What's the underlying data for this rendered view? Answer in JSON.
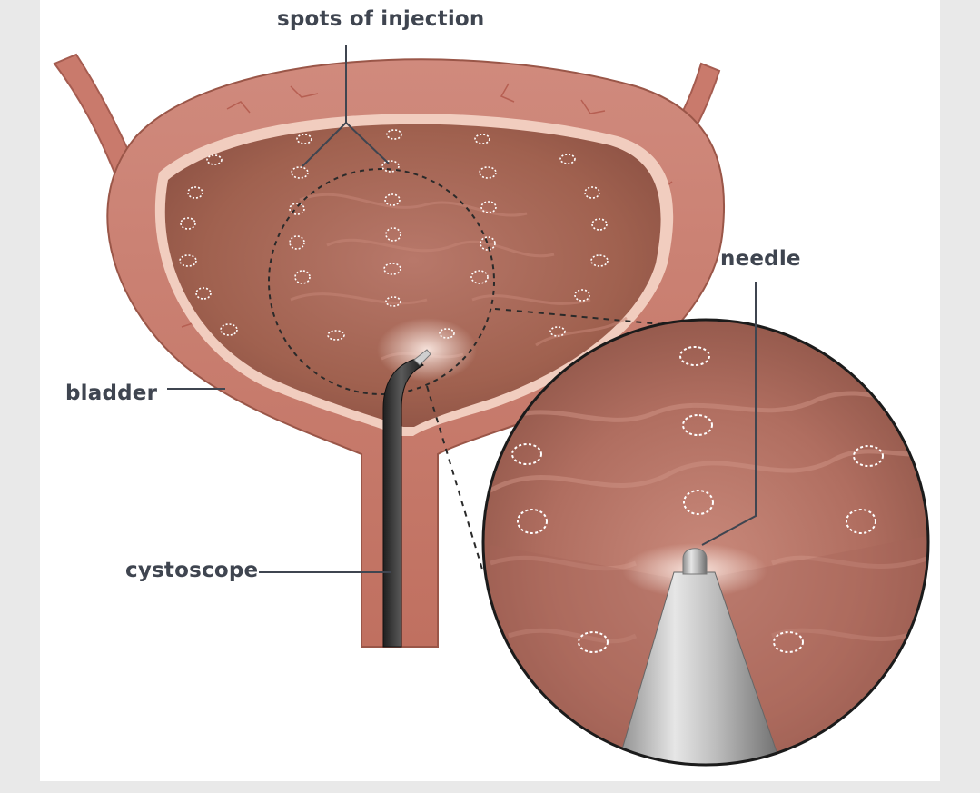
{
  "labels": {
    "spots": "spots of injection",
    "needle": "needle",
    "bladder": "bladder",
    "cystoscope": "cystoscope"
  },
  "icons": {
    "bladder": "bladder-illustration",
    "cystoscope": "cystoscope-instrument",
    "injection_spot": "injection-spot-ring",
    "magnifier": "magnified-view"
  },
  "colors": {
    "page_background": "#e9e9e9",
    "canvas": "#ffffff",
    "bladder_wall": "#c9796c",
    "bladder_interior": "#a96a5c",
    "wall_highlight": "#f3d2c6",
    "cystoscope": "#2e2e2e",
    "needle_metal": "#bdbdbd",
    "label_text": "#3f4550",
    "spot_ring": "#ffffff"
  }
}
